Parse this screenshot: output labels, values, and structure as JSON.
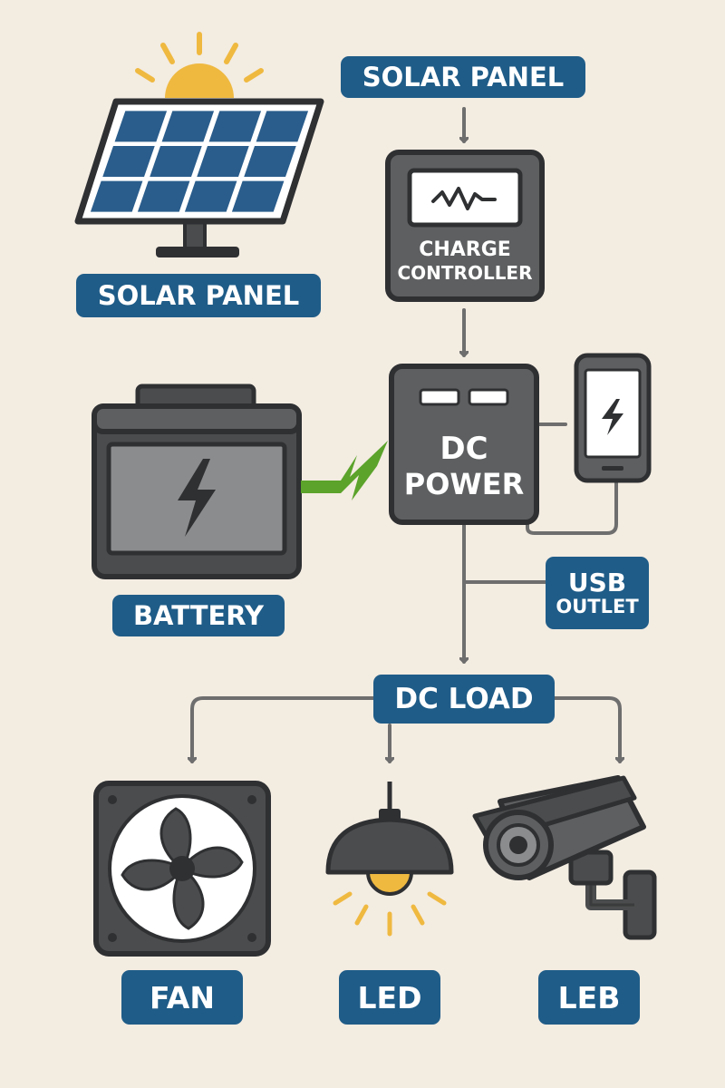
{
  "labels": {
    "solar_panel_top": "SOLAR PANEL",
    "solar_panel": "SOLAR PANEL",
    "battery": "BATTERY",
    "usb_line1": "USB",
    "usb_line2": "OUTLET",
    "dc_load": "DC LOAD",
    "fan": "FAN",
    "led": "LED",
    "leb": "LEB"
  },
  "charge_controller": {
    "line1": "CHARGE",
    "line2": "CONTROLLER"
  },
  "dc_power": {
    "line1": "DC",
    "line2": "POWER"
  },
  "colors": {
    "background": "#f3ece1",
    "label_blue": "#1f5c88",
    "panel_blue": "#2a5d8c",
    "sun_yellow": "#efb940",
    "device_gray": "#5d5f60",
    "outline": "#2e3032",
    "wire_gray": "#6e6e6e",
    "bolt_green": "#5ba32b"
  },
  "icons": [
    "sun-icon",
    "solar-panel-icon",
    "charge-controller-icon",
    "battery-icon",
    "lightning-bolt-icon",
    "phone-icon",
    "fan-icon",
    "led-lamp-icon",
    "security-camera-icon"
  ]
}
